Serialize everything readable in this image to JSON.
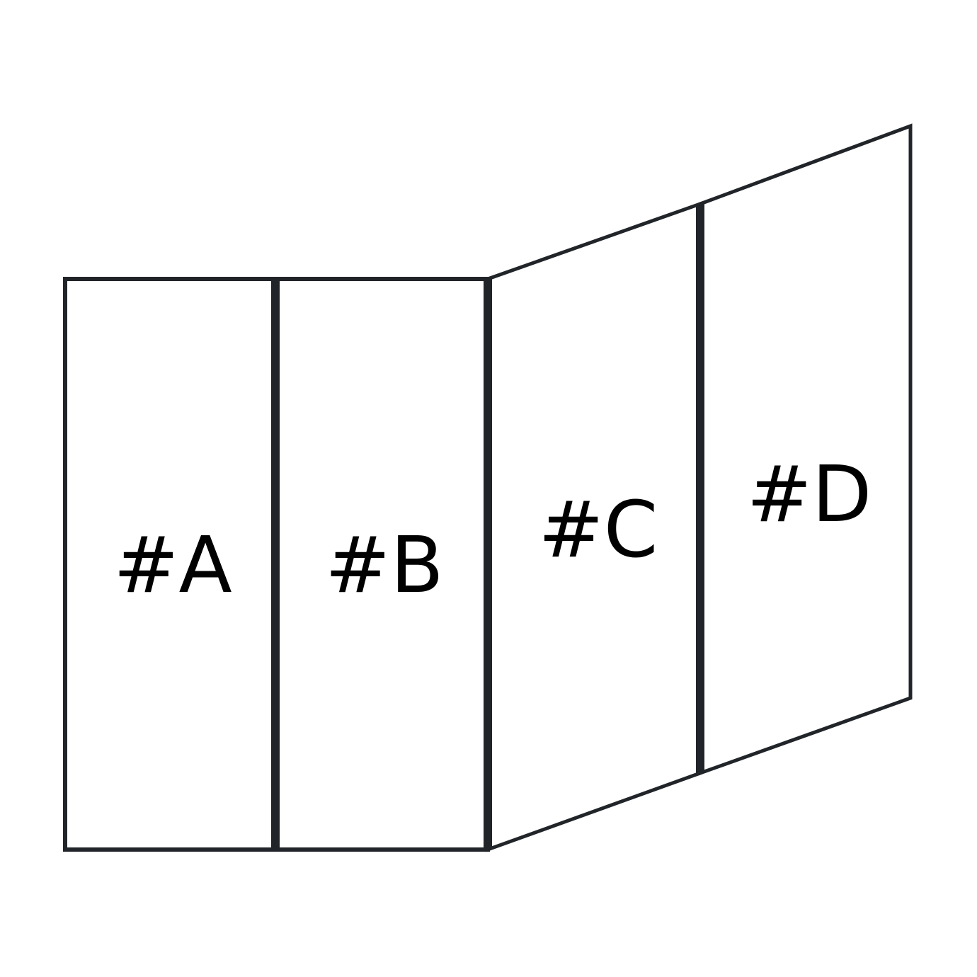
{
  "diagram": {
    "panels": [
      {
        "id": "A",
        "label": "#A"
      },
      {
        "id": "B",
        "label": "#B"
      },
      {
        "id": "C",
        "label": "#C"
      },
      {
        "id": "D",
        "label": "#D"
      }
    ]
  },
  "colors": {
    "stroke": "#212529",
    "text": "#000000",
    "background": "#ffffff"
  }
}
